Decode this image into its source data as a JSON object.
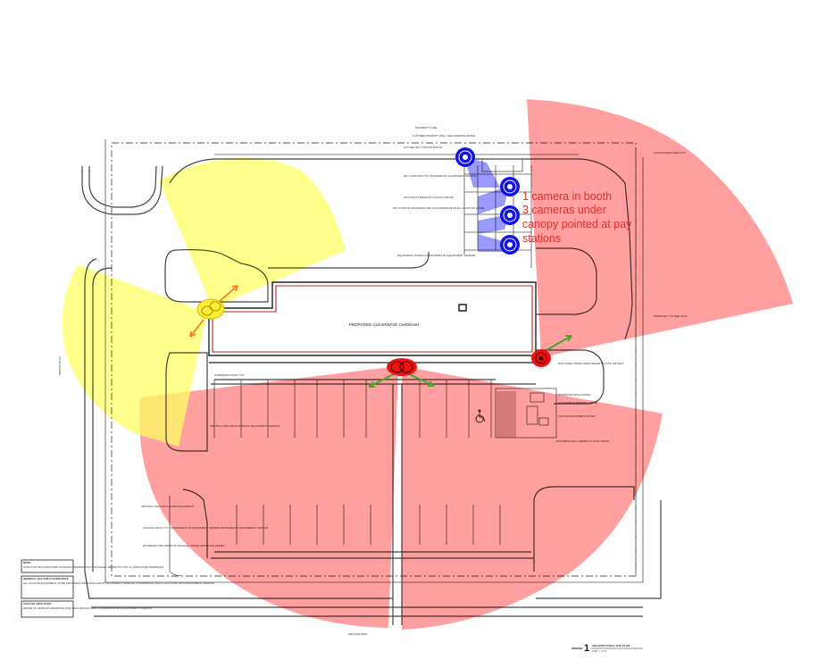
{
  "plan": {
    "building_label": "PROPOSED CLEARWAVE CARWASH",
    "street_label": "DIMOND BLVD",
    "bottom_street_label": "DEX 1002-5001",
    "sheet_number": "1",
    "sheet_title": "ARCHITECTURAL SITE PLAN",
    "sheet_scale": "1/32\" = 1'-0\""
  },
  "annotation": {
    "lines": [
      "1 camera in booth",
      "3 cameras under",
      "canopy pointed at pay",
      "stations"
    ]
  },
  "callouts": {
    "top": [
      "PROPERTY LINE",
      "FLAT BED PRIORITY WALL SEE GRADING DETAIL",
      "FUTURE PAY STATION BOOTH",
      "PAY STATIONS TYP. PROVIDED BY EQUIPMENT VENDOR",
      "CUSTOM ATTENDANT CANOPY ABOVE",
      "PAY STATION CONCRETE PAD & COORDINATE FINAL LOCATION & SIZE"
    ],
    "middle": [
      "EQUIPMENT ROOM ACCESSORIES BY EQUIPMENT VENDOR"
    ],
    "right": [
      "LANDSCAPED AREA TYP.",
      "SIDEWALK TYP. SEE CIVIL",
      "ENCLOSED TRASH AREA REFER TO CIVIL DETAILS"
    ],
    "right_lower": [
      "DUMPSTER ENCLOSURE",
      "ACCESSIBLE PARKING SPACE",
      "VACUUM EQUIPMENT ROOM",
      "CONCRETE WALL REFER TO CIVIL DETAIL"
    ],
    "left": [
      "CENTRAL VACUUM SYSTEM BY EQUIPMENT VENDOR",
      "CENTRAL VACUUM SYSTEM EQUIPMENT"
    ],
    "bottom": [
      "VACUUM ARCH TYP. COORDINATE W/ EQUIPMENT VENDOR PROVIDED BY EQUIPMENT VENDOR",
      "EXTERIOR FIRE RISER W/ SIGNAGE UNDER SEPARATE PERMIT"
    ],
    "misc": [
      "OVERHEAD DOOR TYP."
    ]
  },
  "notes": {
    "note1_title": "NOTE",
    "note1_text": "SITE PLAN INCLUDES NEW GRADING INFORMATION & SIGNAGE. REFER TO CIVIL & LANDSCAPE DRAWINGS.",
    "note2_title": "GENERAL VACUUM SYSTEM NOTE",
    "note2_text": "ALL VACUUM EQUIPMENT TO BE PROVIDED AND INSTALLED BY EQUIPMENT VENDOR. COORDINATE FINAL LOCATIONS WITH EQUIPMENT VENDOR.",
    "note3_title": "VACUUM ARCH NOTE",
    "note3_text": "REFER TO VENDOR DRAWINGS FOR ARCH DETAILS AND COORDINATE WITH EQUIPMENT VENDOR."
  },
  "colors": {
    "red_zone": "#ff6b6b",
    "yellow_zone": "#ffff66",
    "blue_zone": "#5555ff",
    "camera_red": "#ee1111",
    "camera_blue": "#1111ee",
    "camera_yellow": "#ffee33",
    "arrow_green": "#44aa22",
    "arrow_orange": "#ff7722",
    "annotation_text": "#e03030",
    "building_outline": "#bb2222"
  }
}
